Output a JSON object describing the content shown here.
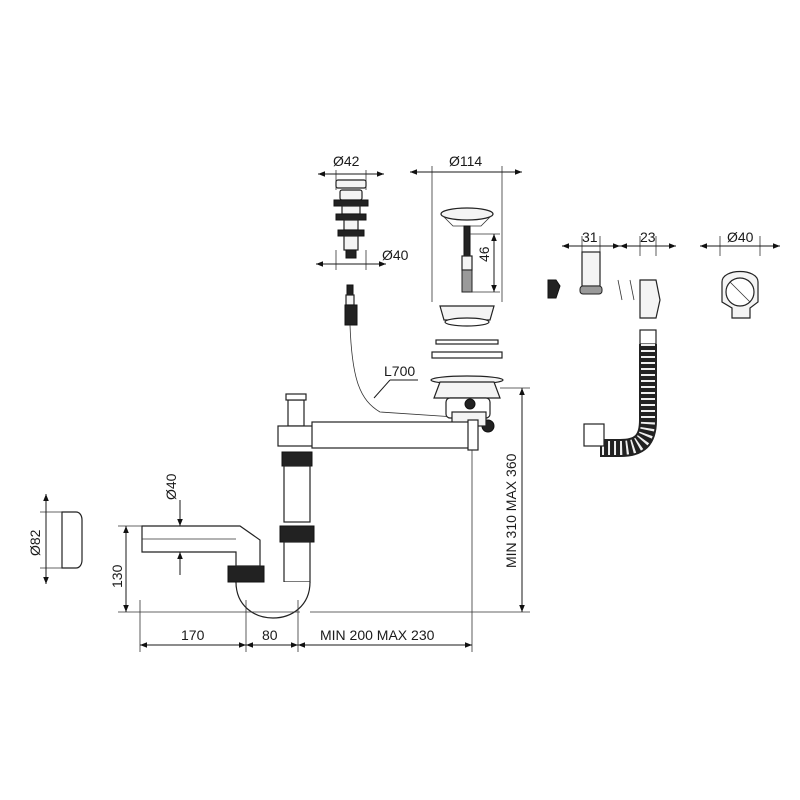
{
  "dimensions": {
    "d42": "Ø42",
    "d40_plug": "Ø40",
    "d114": "Ø114",
    "h46": "46",
    "w31": "31",
    "w23": "23",
    "d40_elbow": "Ø40",
    "l700": "L700",
    "d40_pipe": "Ø40",
    "d82": "Ø82",
    "h130": "130",
    "w170": "170",
    "w80": "80",
    "w_min_max": "MIN 200 MAX 230",
    "h_min_max": "MIN 310 MAX 360"
  }
}
